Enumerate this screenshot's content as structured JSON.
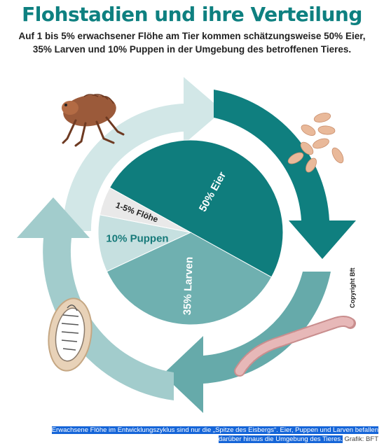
{
  "header": {
    "title": "Flohstadien und ihre Verteilung",
    "subtitle_line1": "Auf 1 bis 5% erwachsener Flöhe am Tier kommen schätzungsweise 50% Eier,",
    "subtitle_line2": "35% Larven und 10% Puppen in der Umgebung des betroffenen Tieres."
  },
  "chart_data": {
    "type": "pie",
    "categories": [
      "Eier",
      "Larven",
      "Puppen",
      "Flöhe"
    ],
    "labels": [
      "50% Eier",
      "35% Larven",
      "10% Puppen",
      "1-5% Flöhe"
    ],
    "values": [
      50,
      35,
      10,
      5
    ],
    "colors": [
      "#0f7d7d",
      "#6fb0b0",
      "#c6e0e0",
      "#e9e9e9"
    ],
    "label_colors": [
      "#ffffff",
      "#ffffff",
      "#177a7a",
      "#222222"
    ]
  },
  "cycle": {
    "arrow_colors": [
      "#d2e7e7",
      "#0f7f7f",
      "#66aaaa",
      "#a2cccc"
    ],
    "icons": [
      "flea-icon",
      "eggs-icon",
      "larva-icon",
      "pupa-icon"
    ]
  },
  "copyright": "Copyright Bft",
  "caption": {
    "highlight_line1": "Erwachsene Flöhe im Entwicklungszyklus sind nur die „Spitze des Eisbergs“. Eier, Puppen und Larven befallen",
    "highlight_line2": "darüber hinaus die Umgebung des Tieres.",
    "credit": "Grafik: BFT"
  }
}
